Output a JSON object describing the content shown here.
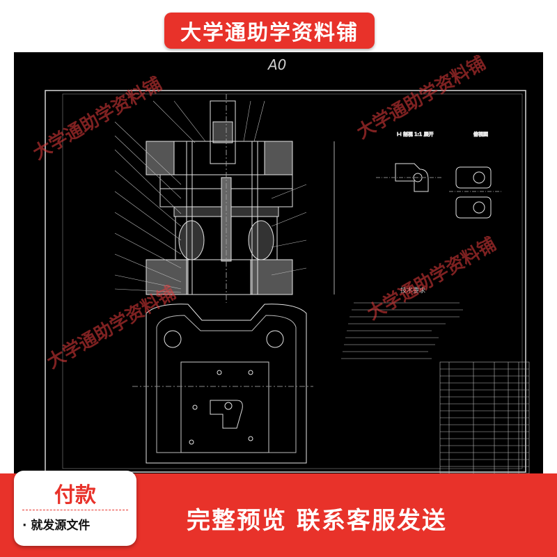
{
  "banner": {
    "title": "大学通助学资料铺"
  },
  "drawing": {
    "sheet_label": "A0",
    "section_labels": [
      "I-I 剖视 1:1 展开",
      "俯视图"
    ],
    "notes_title": "技术要求"
  },
  "watermark": {
    "text": "大学通助学资料铺"
  },
  "payment": {
    "title": "付款",
    "subtitle": "· 就发源文件"
  },
  "footer": {
    "cta": "完整预览  联系客服发送"
  },
  "colors": {
    "accent": "#e8322a",
    "background": "#000000",
    "line": "#e6e6e6"
  }
}
